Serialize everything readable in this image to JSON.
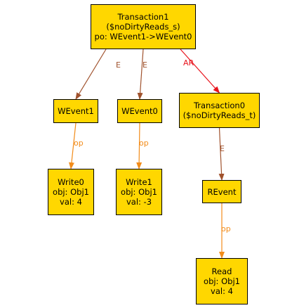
{
  "colors": {
    "node_fill": "#ffd700",
    "node_border": "#000000",
    "edge_E": "#a0522d",
    "edge_AR": "#e8141d",
    "edge_op": "#f28c1a"
  },
  "nodes": {
    "transaction1": {
      "lines": [
        "Transaction1",
        "($noDirtyReads_s)",
        "po: WEvent1->WEvent0"
      ]
    },
    "wevent1": {
      "lines": [
        "WEvent1"
      ]
    },
    "wevent0": {
      "lines": [
        "WEvent0"
      ]
    },
    "transaction0": {
      "lines": [
        "Transaction0",
        "($noDirtyReads_t)"
      ]
    },
    "write0": {
      "lines": [
        "Write0",
        "obj: Obj1",
        "val: 4"
      ]
    },
    "write1": {
      "lines": [
        "Write1",
        "obj: Obj1",
        "val: -3"
      ]
    },
    "revent": {
      "lines": [
        "REvent"
      ]
    },
    "read": {
      "lines": [
        "Read",
        "obj: Obj1",
        "val: 4"
      ]
    }
  },
  "edges": [
    {
      "from": "transaction1",
      "to": "wevent1",
      "label": "E",
      "kind": "E"
    },
    {
      "from": "transaction1",
      "to": "wevent0",
      "label": "E",
      "kind": "E"
    },
    {
      "from": "transaction1",
      "to": "transaction0",
      "label": "AR",
      "kind": "AR"
    },
    {
      "from": "wevent1",
      "to": "write0",
      "label": "op",
      "kind": "op"
    },
    {
      "from": "wevent0",
      "to": "write1",
      "label": "op",
      "kind": "op"
    },
    {
      "from": "transaction0",
      "to": "revent",
      "label": "E",
      "kind": "E"
    },
    {
      "from": "revent",
      "to": "read",
      "label": "op",
      "kind": "op"
    }
  ]
}
